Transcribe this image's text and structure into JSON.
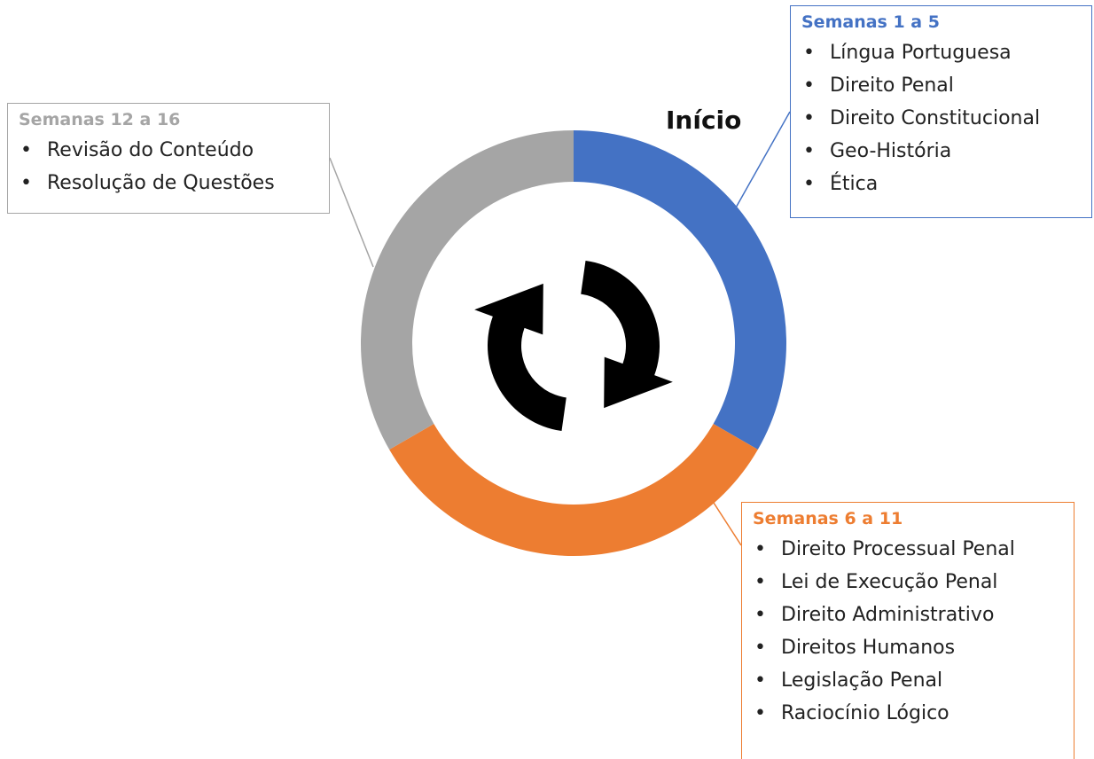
{
  "colors": {
    "phase_1": "#4472c4",
    "phase_2": "#ed7d31",
    "phase_3": "#a5a5a5",
    "arrows": "#000000"
  },
  "center_icon": "refresh-cycle-icon",
  "start_label": "Início",
  "phases": [
    {
      "title": "Semanas 1 a 5",
      "items": [
        "Língua Portuguesa",
        "Direito Penal",
        "Direito Constitucional",
        "Geo-História",
        "Ética"
      ]
    },
    {
      "title": "Semanas 6 a 11",
      "items": [
        "Direito Processual Penal",
        "Lei de Execução Penal",
        "Direito Administrativo",
        "Direitos Humanos",
        "Legislação Penal",
        "Raciocínio Lógico"
      ]
    },
    {
      "title": "Semanas 12 a 16",
      "items": [
        "Revisão do Conteúdo",
        "Resolução de Questões"
      ]
    }
  ]
}
